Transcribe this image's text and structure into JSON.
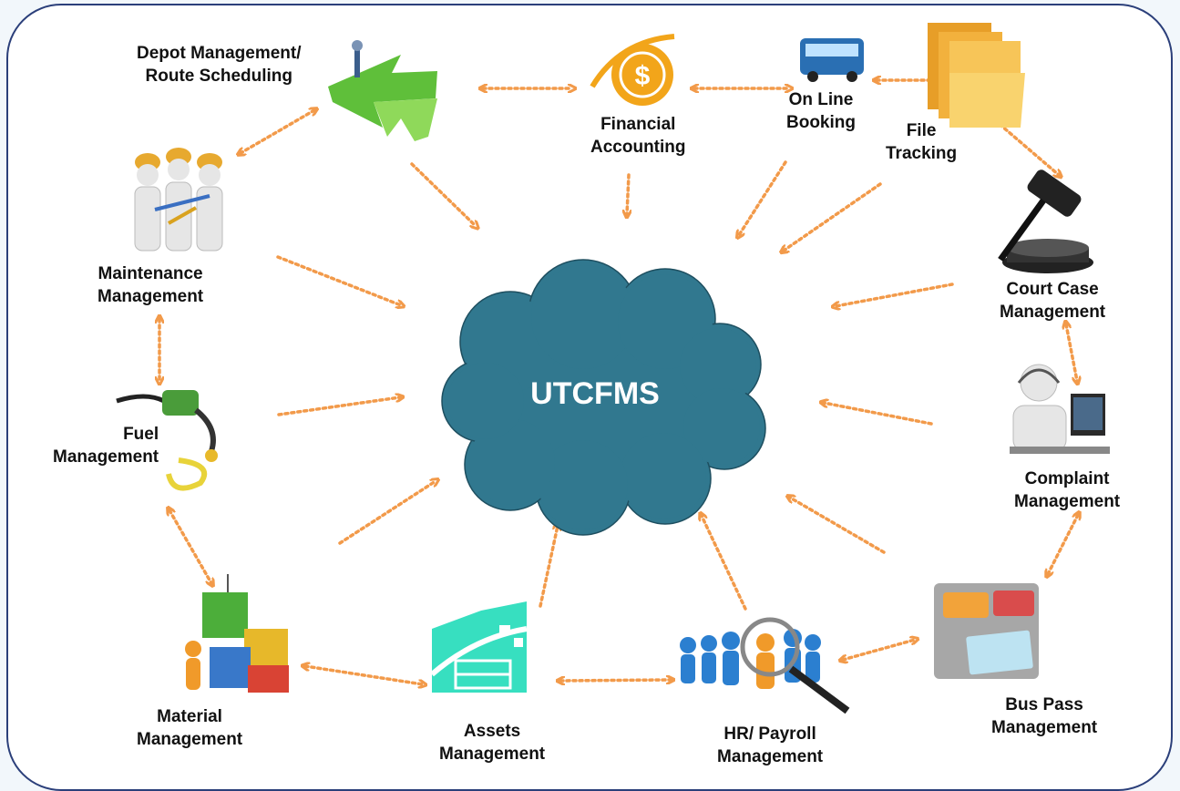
{
  "center": {
    "label": "UTCFMS"
  },
  "modules": {
    "depot": "Depot Management/\nRoute Scheduling",
    "financial": "Financial\nAccounting",
    "booking": "On Line\nBooking",
    "file": "File\nTracking",
    "maintenance": "Maintenance\nManagement",
    "court": "Court Case\nManagement",
    "fuel": "Fuel\nManagement",
    "complaint": "Complaint\nManagement",
    "material": "Material\nManagement",
    "assets": "Assets\nManagement",
    "hr": "HR/ Payroll\nManagement",
    "buspass": "Bus Pass\nManagement"
  },
  "colors": {
    "cloud": "#31788f",
    "arrow": "#f29a4a",
    "frame": "#2b3f7a"
  }
}
